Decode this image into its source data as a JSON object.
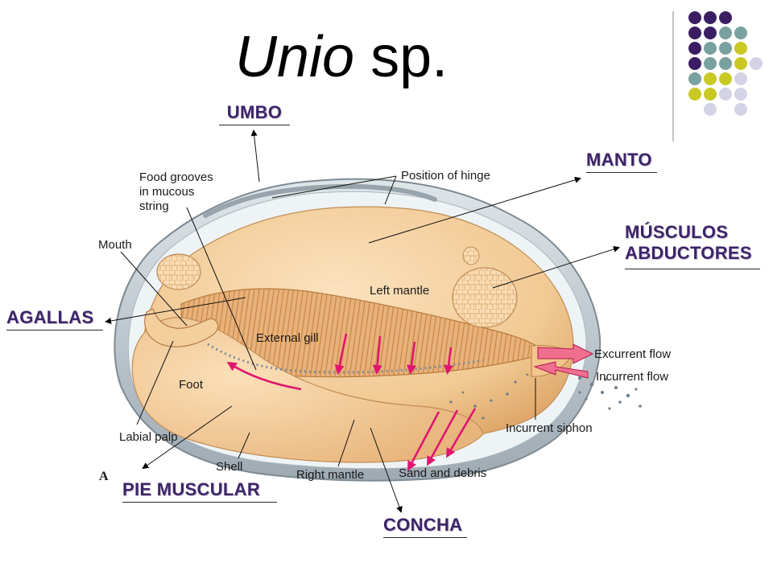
{
  "title": {
    "italic": "Unio",
    "rest": "sp."
  },
  "spanish_labels": {
    "umbo": "UMBO",
    "manto": "MANTO",
    "musculos_line1": "MÚSCULOS",
    "musculos_line2": "ABDUCTORES",
    "agallas": "AGALLAS",
    "pie_muscular": "PIE MUSCULAR",
    "concha": "CONCHA"
  },
  "diagram_labels": {
    "food_grooves_1": "Food grooves",
    "food_grooves_2": "in mucous",
    "food_grooves_3": "string",
    "position_of_hinge": "Position of hinge",
    "mouth": "Mouth",
    "left_mantle": "Left mantle",
    "external_gill": "External gill",
    "excurrent_flow": "Excurrent flow",
    "incurrent_flow": "Incurrent flow",
    "foot": "Foot",
    "incurrent_siphon": "Incurrent siphon",
    "labial_palp": "Labial palp",
    "shell": "Shell",
    "right_mantle": "Right mantle",
    "sand_and_debris": "Sand and debris",
    "figure_letter": "A"
  },
  "colors": {
    "label_purple": "#3d2467",
    "dot_purple": "#3b1d62",
    "dot_teal": "#79a19f",
    "dot_yellow": "#c9c824",
    "dot_lavender": "#d4d3e6",
    "tissue": "#f1c994",
    "tissue_dark": "#d8a46a",
    "shell": "#b7c1c8",
    "arrow_pink": "#e0166e"
  },
  "decor_grid": [
    [
      "purple",
      "purple",
      "purple",
      "none"
    ],
    [
      "purple",
      "purple",
      "teal",
      "teal"
    ],
    [
      "purple",
      "teal",
      "teal",
      "yellow"
    ],
    [
      "purple",
      "teal",
      "teal",
      "yellow",
      "lavender"
    ],
    [
      "teal",
      "yellow",
      "yellow",
      "lavender"
    ],
    [
      "yellow",
      "yellow",
      "lavender",
      "lavender"
    ],
    [
      "none",
      "lavender",
      "none",
      "lavender"
    ]
  ]
}
